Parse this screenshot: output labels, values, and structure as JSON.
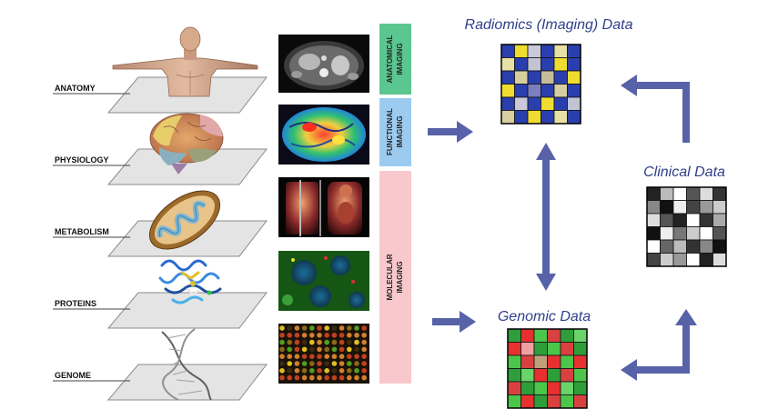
{
  "levels": [
    "ANATOMY",
    "PHYSIOLOGY",
    "METABOLISM",
    "PROTEINS",
    "GENOME"
  ],
  "imaging_bands": {
    "anatomical": [
      "ANATOMICAL",
      "IMAGING"
    ],
    "functional": [
      "FUNCTIONAL",
      "IMAGING"
    ],
    "molecular": [
      "MOLECULAR",
      "IMAGING"
    ]
  },
  "data_blocks": {
    "radiomics": "Radiomics (Imaging) Data",
    "clinical": "Clinical Data",
    "genomic": "Genomic Data"
  },
  "colors": {
    "anatomical_band": "#5cc690",
    "functional_band": "#9dcbf0",
    "molecular_band": "#f9c8cd",
    "arrow": "#5862a8",
    "title": "#2e3f8a"
  },
  "icons": [
    "human-body-icon",
    "brain-icon",
    "mitochondrion-icon",
    "protein-icon",
    "dna-helix-icon"
  ],
  "matrices": {
    "radiomics": [
      [
        "#2a3fae",
        "#eedd30",
        "#c9c9d9",
        "#2a3fae",
        "#e8e1a5",
        "#2a3fae"
      ],
      [
        "#e8e1a5",
        "#2a3fae",
        "#c2c4d4",
        "#2a3fae",
        "#eedd30",
        "#2a3fae"
      ],
      [
        "#2a3fae",
        "#d6d0a0",
        "#2a3fae",
        "#c4bd98",
        "#2a3fae",
        "#eedd30"
      ],
      [
        "#eedd30",
        "#2a3fae",
        "#7a7fc0",
        "#2a3fae",
        "#d6d0a0",
        "#2a3fae"
      ],
      [
        "#2a3fae",
        "#c9c9d9",
        "#2a3fae",
        "#eedd30",
        "#2a3fae",
        "#c2c4d4"
      ],
      [
        "#d6d0a0",
        "#2a3fae",
        "#eedd30",
        "#2a3fae",
        "#e8e1a5",
        "#2a3fae"
      ]
    ],
    "clinical": [
      [
        "#222222",
        "#bbbbbb",
        "#ffffff",
        "#555555",
        "#dddddd",
        "#333333"
      ],
      [
        "#888888",
        "#111111",
        "#eeeeee",
        "#444444",
        "#999999",
        "#cccccc"
      ],
      [
        "#dddddd",
        "#555555",
        "#222222",
        "#ffffff",
        "#333333",
        "#aaaaaa"
      ],
      [
        "#111111",
        "#eeeeee",
        "#777777",
        "#cccccc",
        "#ffffff",
        "#555555"
      ],
      [
        "#ffffff",
        "#666666",
        "#bbbbbb",
        "#333333",
        "#888888",
        "#111111"
      ],
      [
        "#444444",
        "#cccccc",
        "#999999",
        "#ffffff",
        "#222222",
        "#dddddd"
      ]
    ],
    "genomic": [
      [
        "#2e9e3a",
        "#e83030",
        "#4bc64b",
        "#d94141",
        "#2e9e3a",
        "#6ad46a"
      ],
      [
        "#e83030",
        "#f0a0a0",
        "#2e9e3a",
        "#4bc64b",
        "#d94141",
        "#2e9e3a"
      ],
      [
        "#4bc64b",
        "#d94141",
        "#bf9f7a",
        "#e83030",
        "#4bc64b",
        "#e83030"
      ],
      [
        "#2e9e3a",
        "#6ad46a",
        "#e83030",
        "#2e9e3a",
        "#d94141",
        "#4bc64b"
      ],
      [
        "#d94141",
        "#2e9e3a",
        "#4bc64b",
        "#e83030",
        "#6ad46a",
        "#2e9e3a"
      ],
      [
        "#4bc64b",
        "#e83030",
        "#2e9e3a",
        "#d94141",
        "#4bc64b",
        "#d94141"
      ]
    ]
  }
}
